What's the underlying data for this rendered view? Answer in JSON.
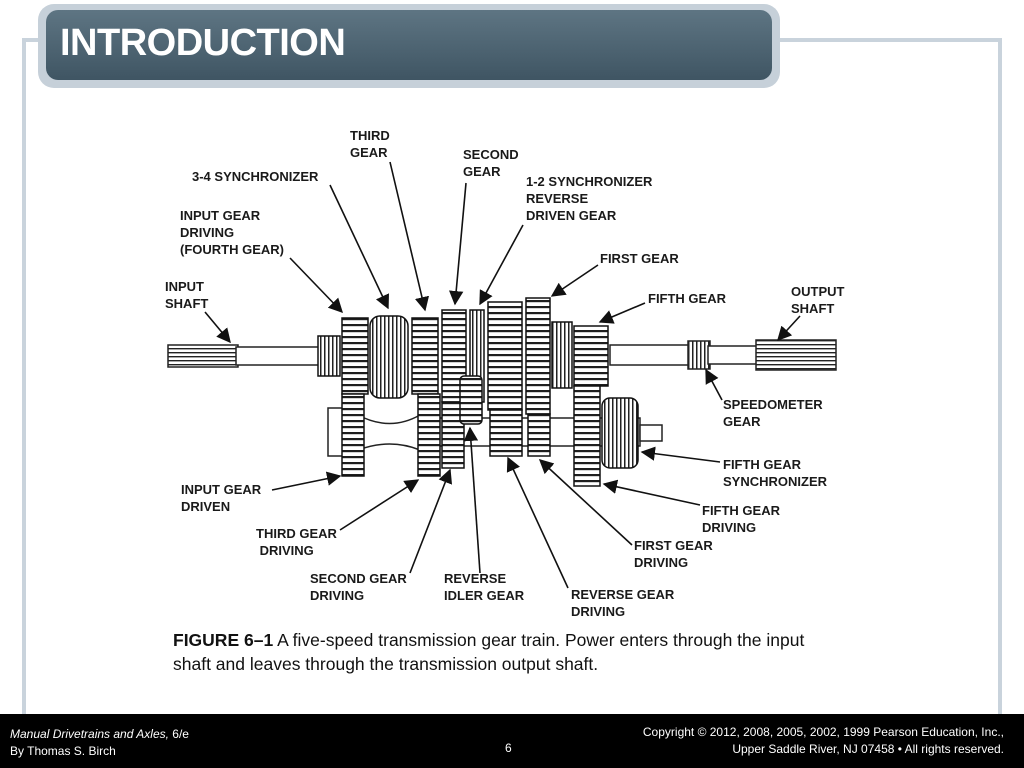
{
  "slide": {
    "title": "INTRODUCTION",
    "page_number": "6"
  },
  "diagram": {
    "labels": {
      "third_gear": [
        "THIRD",
        "GEAR"
      ],
      "second_gear": [
        "SECOND",
        "GEAR"
      ],
      "sync_34": [
        "3-4 SYNCHRONIZER"
      ],
      "sync_12": [
        "1-2 SYNCHRONIZER",
        "REVERSE",
        "DRIVEN GEAR"
      ],
      "input_gear_driving": [
        "INPUT GEAR",
        "DRIVING",
        "(FOURTH GEAR)"
      ],
      "first_gear": [
        "FIRST GEAR"
      ],
      "input_shaft": [
        "INPUT",
        "SHAFT"
      ],
      "fifth_gear": [
        "FIFTH GEAR"
      ],
      "output_shaft": [
        "OUTPUT",
        "SHAFT"
      ],
      "speedometer_gear": [
        "SPEEDOMETER",
        "GEAR"
      ],
      "fifth_gear_sync": [
        "FIFTH GEAR",
        "SYNCHRONIZER"
      ],
      "input_gear_driven": [
        "INPUT GEAR",
        "DRIVEN"
      ],
      "fifth_gear_driving": [
        "FIFTH GEAR",
        "DRIVING"
      ],
      "third_gear_driving": [
        "THIRD GEAR",
        " DRIVING"
      ],
      "first_gear_driving": [
        "FIRST GEAR",
        "DRIVING"
      ],
      "second_gear_driving": [
        "SECOND GEAR",
        "DRIVING"
      ],
      "reverse_idler_gear": [
        "REVERSE",
        "IDLER GEAR"
      ],
      "reverse_gear_driving": [
        "REVERSE GEAR",
        "DRIVING"
      ]
    }
  },
  "caption": {
    "figure_label": "FIGURE 6–1",
    "text": " A five-speed transmission gear train. Power enters through the input shaft and leaves through the transmission output shaft."
  },
  "footer": {
    "book_title": "Manual Drivetrains and Axles,",
    "edition": " 6/e",
    "author": "By Thomas S. Birch",
    "copyright_line1": "Copyright © 2012, 2008, 2005, 2002, 1999 Pearson Education, Inc.,",
    "copyright_line2": "Upper Saddle River, NJ 07458 • All rights reserved."
  }
}
